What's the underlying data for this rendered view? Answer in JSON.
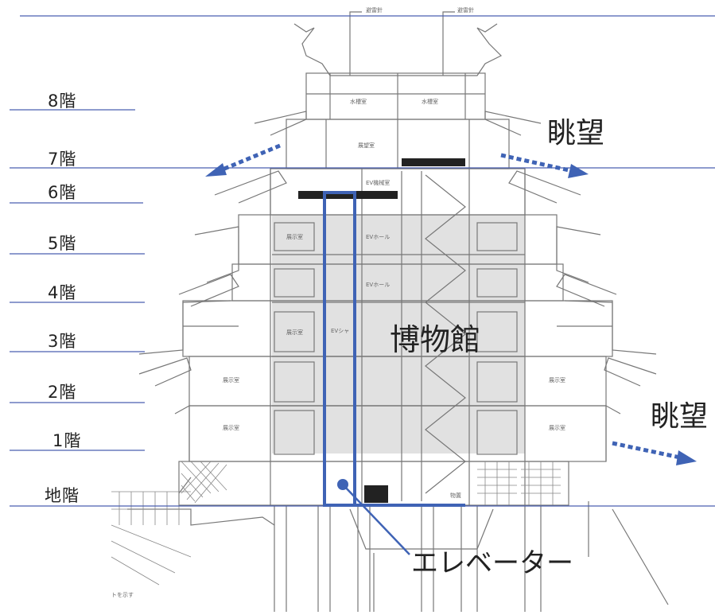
{
  "floors": [
    {
      "label": "8階"
    },
    {
      "label": "7階"
    },
    {
      "label": "6階"
    },
    {
      "label": "5階"
    },
    {
      "label": "4階"
    },
    {
      "label": "3階"
    },
    {
      "label": "2階"
    },
    {
      "label": "1階"
    },
    {
      "label": "地階"
    }
  ],
  "labels": {
    "view_top": "眺望",
    "view_right": "眺望",
    "museum": "博物館",
    "elevator": "エレベーター"
  },
  "small_text": {
    "lightning_left": "避雷針",
    "lightning_right": "避雷針",
    "tank_left": "水槽室",
    "tank_right": "水槽室",
    "machine_room": "展望室",
    "ev_machine": "EV機械室",
    "ev_shaft": "EVシャ",
    "ev_hall": "EVホール",
    "exhibit": "展示室",
    "storage": "物置",
    "bottom_note": "トを示す"
  },
  "colors": {
    "accent": "#3f63b5",
    "line": "#4a5fb0",
    "drawing": "#777777",
    "shade": "#dcdcdc"
  }
}
